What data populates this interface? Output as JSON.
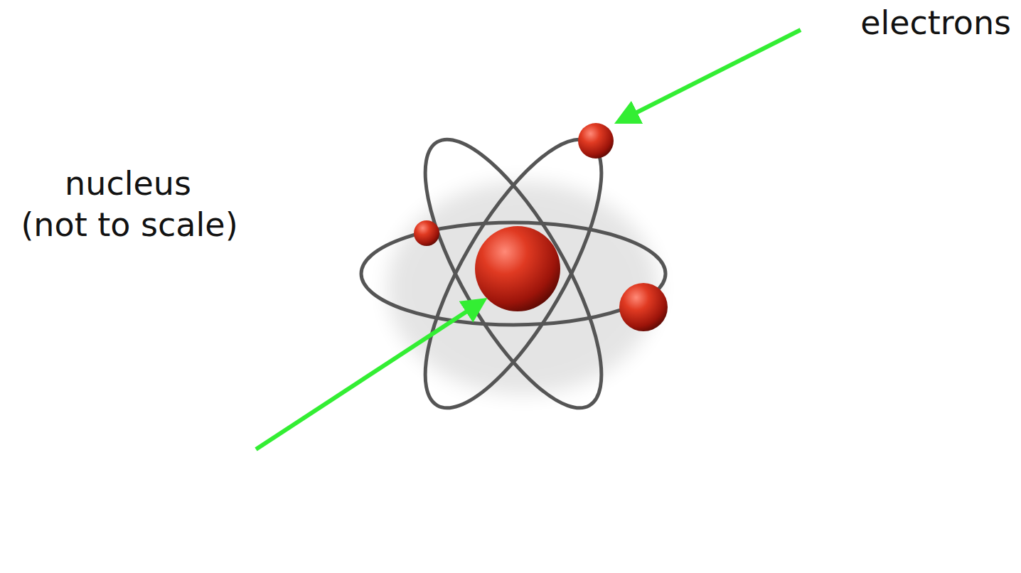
{
  "diagram": {
    "labels": [
      "electrons",
      "nucleus",
      "(not to scale)"
    ]
  }
}
